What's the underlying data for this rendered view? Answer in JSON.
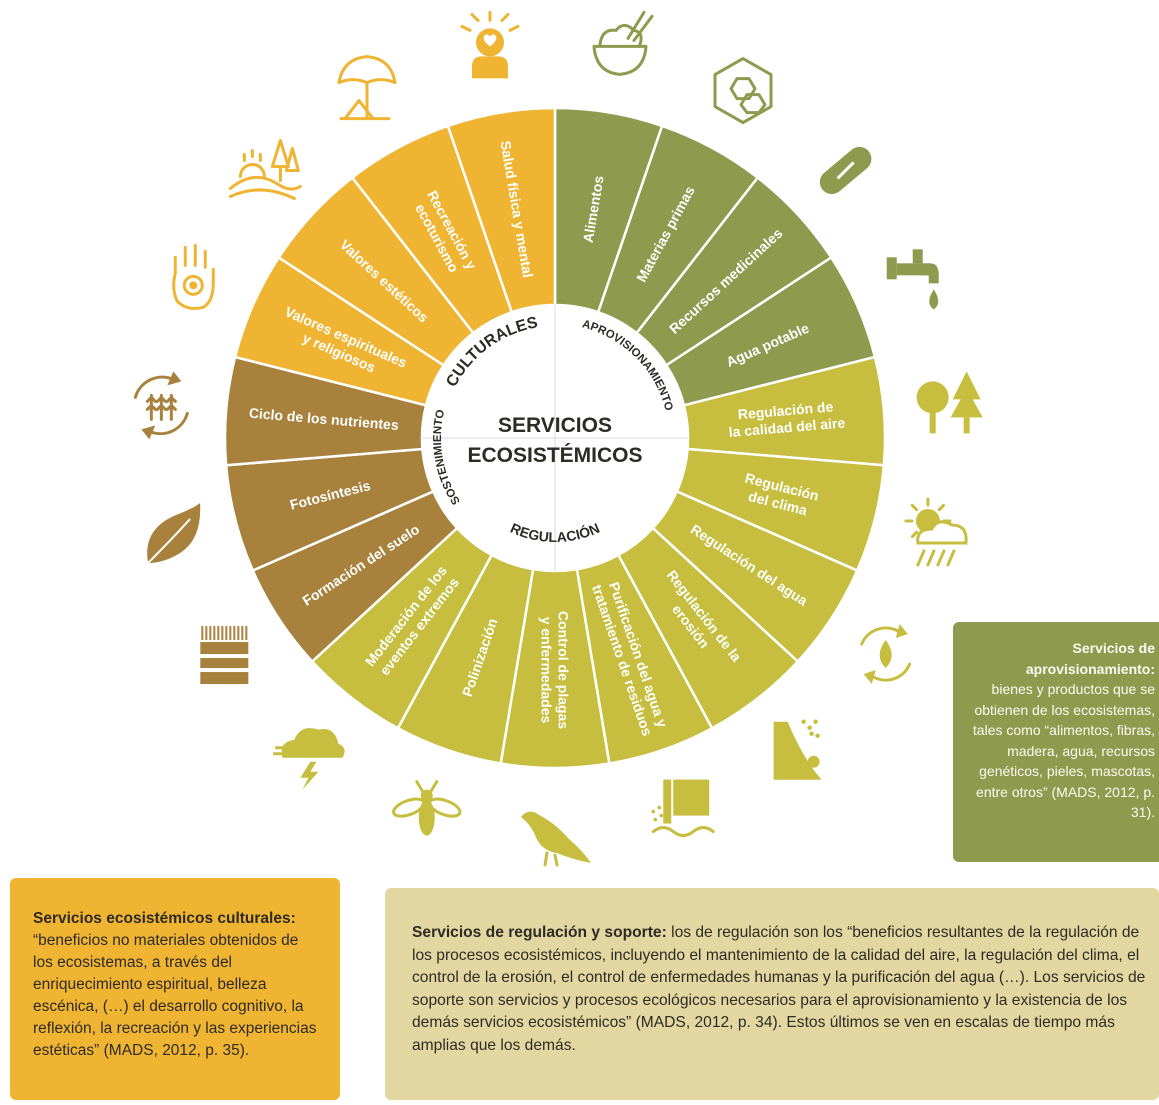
{
  "center": {
    "line1": "SERVICIOS",
    "line2": "ECOSISTÉMICOS"
  },
  "categories": {
    "culturales": "CULTURALES",
    "aprovisionamiento": "APROVISIONAMIENTO",
    "regulacion": "REGULACIÓN",
    "sostenimiento": "SOSTENIMIENTO"
  },
  "colors": {
    "aprovisionamiento": "#8e9a4e",
    "regulacion": "#c7bd3e",
    "sostenimiento": "#a8823c",
    "culturales": "#f0b433",
    "center_text": "#2e2a25",
    "reg_box": "#e2d7a0"
  },
  "segments": [
    {
      "group": "aprovisionamiento",
      "lines": [
        "Alimentos"
      ],
      "icon": "food-bowl-icon"
    },
    {
      "group": "aprovisionamiento",
      "lines": [
        "Materias primas"
      ],
      "icon": "raw-materials-icon"
    },
    {
      "group": "aprovisionamiento",
      "lines": [
        "Recursos medicinales"
      ],
      "icon": "pill-icon"
    },
    {
      "group": "aprovisionamiento",
      "lines": [
        "Agua potable"
      ],
      "icon": "water-tap-icon"
    },
    {
      "group": "regulacion",
      "lines": [
        "Regulación de",
        "la calidad del aire"
      ],
      "icon": "trees-icon"
    },
    {
      "group": "regulacion",
      "lines": [
        "Regulación",
        "del clima"
      ],
      "icon": "weather-icon"
    },
    {
      "group": "regulacion",
      "lines": [
        "Regulación  del agua"
      ],
      "icon": "water-cycle-icon"
    },
    {
      "group": "regulacion",
      "lines": [
        "Regulación  de la",
        "erosión"
      ],
      "icon": "erosion-icon"
    },
    {
      "group": "regulacion",
      "lines": [
        "Purificación del agua y",
        "tratamiento de residuos"
      ],
      "icon": "water-treatment-icon"
    },
    {
      "group": "regulacion",
      "lines": [
        "Control de plagas",
        "y enfermedades"
      ],
      "icon": "bird-icon"
    },
    {
      "group": "regulacion",
      "lines": [
        "Polinización"
      ],
      "icon": "bee-icon"
    },
    {
      "group": "regulacion",
      "lines": [
        "Moderación de los",
        "eventos extremos"
      ],
      "icon": "storm-icon"
    },
    {
      "group": "sostenimiento",
      "lines": [
        "Formación del suelo"
      ],
      "icon": "soil-layers-icon"
    },
    {
      "group": "sostenimiento",
      "lines": [
        "Fotosíntesis"
      ],
      "icon": "leaf-icon"
    },
    {
      "group": "sostenimiento",
      "lines": [
        "Ciclo de los nutrientes"
      ],
      "icon": "nutrient-cycle-icon"
    },
    {
      "group": "culturales",
      "lines": [
        "Valores espirituales",
        "y religiosos"
      ],
      "icon": "hand-icon"
    },
    {
      "group": "culturales",
      "lines": [
        "Valores estéticos"
      ],
      "icon": "landscape-icon"
    },
    {
      "group": "culturales",
      "lines": [
        "Recreación y",
        "ecoturismo"
      ],
      "icon": "beach-umbrella-icon"
    },
    {
      "group": "culturales",
      "lines": [
        "Salud física y mental"
      ],
      "icon": "health-person-icon"
    }
  ],
  "boxes": {
    "culturales": {
      "title": "Servicios ecosistémicos culturales:",
      "text": " “beneficios no materiales obtenidos de los ecosistemas, a través del enriquecimiento espiritual, belleza escénica, (…) el desarrollo cognitivo, la reflexión, la recreación y las experiencias estéticas” (MADS, 2012, p. 35)."
    },
    "regulacion": {
      "title": "Servicios de regulación y soporte:",
      "text": " los de regulación son los “beneficios resultantes de la regulación de los procesos ecosistémicos, incluyendo el mantenimiento de la calidad del aire, la regulación del clima, el control de la erosión, el control de enfermedades humanas y la purificación del agua (…). Los servicios de soporte son servicios y procesos ecológicos necesarios para el aprovisionamiento y la existencia de los demás servicios ecosistémicos” (MADS, 2012, p. 34). Estos últimos se ven en escalas de tiempo más amplias que los demás."
    },
    "aprovisionamiento": {
      "title": "Servicios de aprovisionamiento:",
      "text": "bienes y productos que se obtienen de los ecosistemas, tales como “alimentos, fibras, madera, agua, recursos genéticos, pieles, mascotas, entre otros” (MADS, 2012, p. 31)."
    }
  }
}
